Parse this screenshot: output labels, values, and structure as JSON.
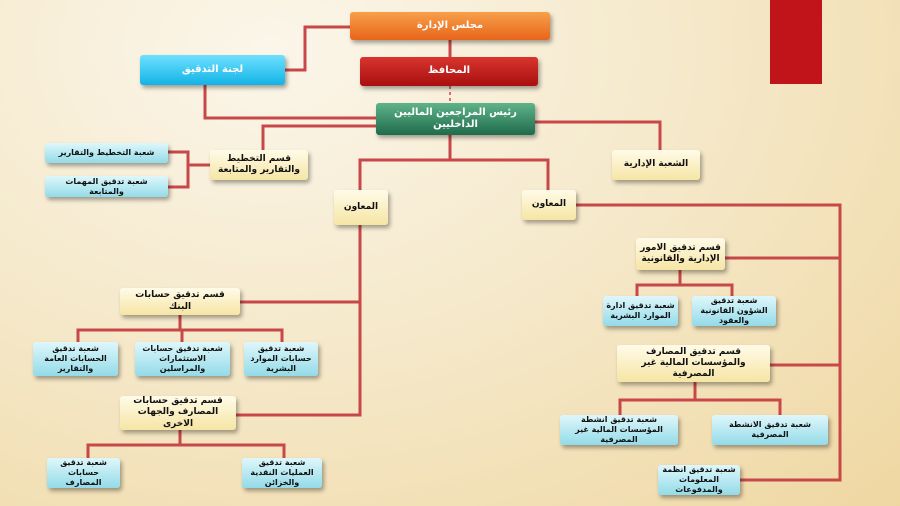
{
  "colors": {
    "line": "#c8484a",
    "accent": "#c0141a"
  },
  "nodes": {
    "board": "مجلس الإدارة",
    "governor": "المحافظ",
    "audit_committee": "لجنة التدقيق",
    "chief": "رئيس المراجعين الماليين الداخليين",
    "planning_dept": "قسم التخطيط والتقارير والمتابعة",
    "planning_branch": "شعبة التخطيط والتقارير",
    "tasks_branch": "شعبة تدقيق المهمات والمتابعة",
    "admin_branch": "الشعبة الإدارية",
    "deputy_left": "المعاون",
    "deputy_right": "المعاون",
    "bank_accounts_dept": "قسم تدقيق حسابات البنك",
    "general_accounts_branch": "شعبة تدقيق الحسابات العامة والتقارير",
    "investments_branch": "شعبة تدقيق حسابات الاستثمارات والمراسلين",
    "hr_accounts_branch": "شعبة تدقيق حسابات الموارد البشرية",
    "banks_other_dept": "قسم تدقيق حسابات المصارف والجهات الاخرى",
    "banks_accounts_branch": "شعبة تدقيق حسابات المصارف",
    "cash_ops_branch": "شعبة تدقيق العمليات النقدية والخزائن",
    "legal_admin_dept": "قسم تدقيق الامور الإدارية والقانونية",
    "hr_admin_branch": "شعبة تدقيق ادارة الموارد البشرية",
    "legal_branch": "شعبة تدقيق الشؤون القانونية والعقود",
    "banks_fin_dept": "قسم تدقيق المصارف والمؤسسات المالية غير المصرفية",
    "nonbank_branch": "شعبة تدقيق انشطة المؤسسات المالية غير المصرفية",
    "bank_activities_branch": "شعبة تدقيق الانشطة المصرفية",
    "it_payments_branch": "شعبة تدقيق انظمة المعلومات والمدفوعات"
  }
}
